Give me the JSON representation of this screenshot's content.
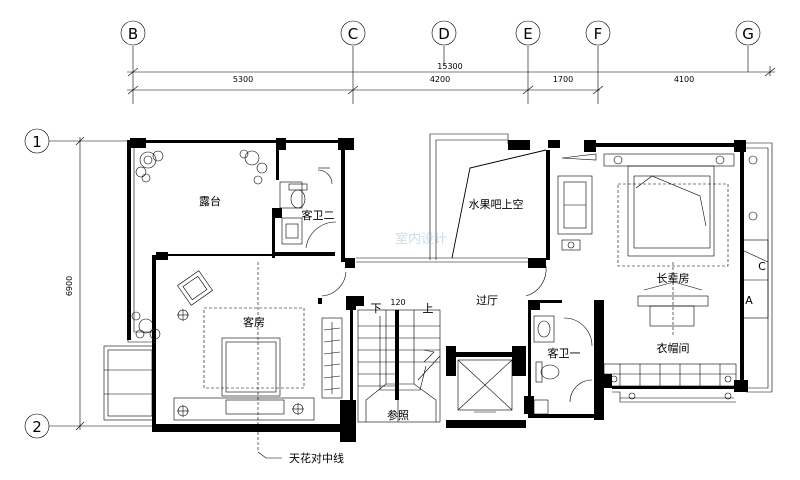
{
  "grid": {
    "columns": [
      "B",
      "C",
      "D",
      "E",
      "F",
      "G"
    ],
    "rows": [
      "1",
      "2"
    ]
  },
  "dimensions": {
    "total": "15300",
    "segments": [
      "5300",
      "4200",
      "1700",
      "4100"
    ],
    "vertical": "6900",
    "stair_step": "120"
  },
  "rooms": {
    "terrace": "露台",
    "guest_bath_2": "客卫二",
    "fruit_bar_void": "水果吧上空",
    "guest_room": "客房",
    "hall": "过厅",
    "guest_bath_1": "客卫一",
    "elder_room": "长辈房",
    "cloakroom": "衣帽间"
  },
  "stairs": {
    "down": "下",
    "up": "上",
    "ref": "参照"
  },
  "closet_letters": {
    "c": "C",
    "a": "A"
  },
  "annotation": {
    "ceiling_centerline": "天花对中线"
  },
  "watermark": "室内设计"
}
